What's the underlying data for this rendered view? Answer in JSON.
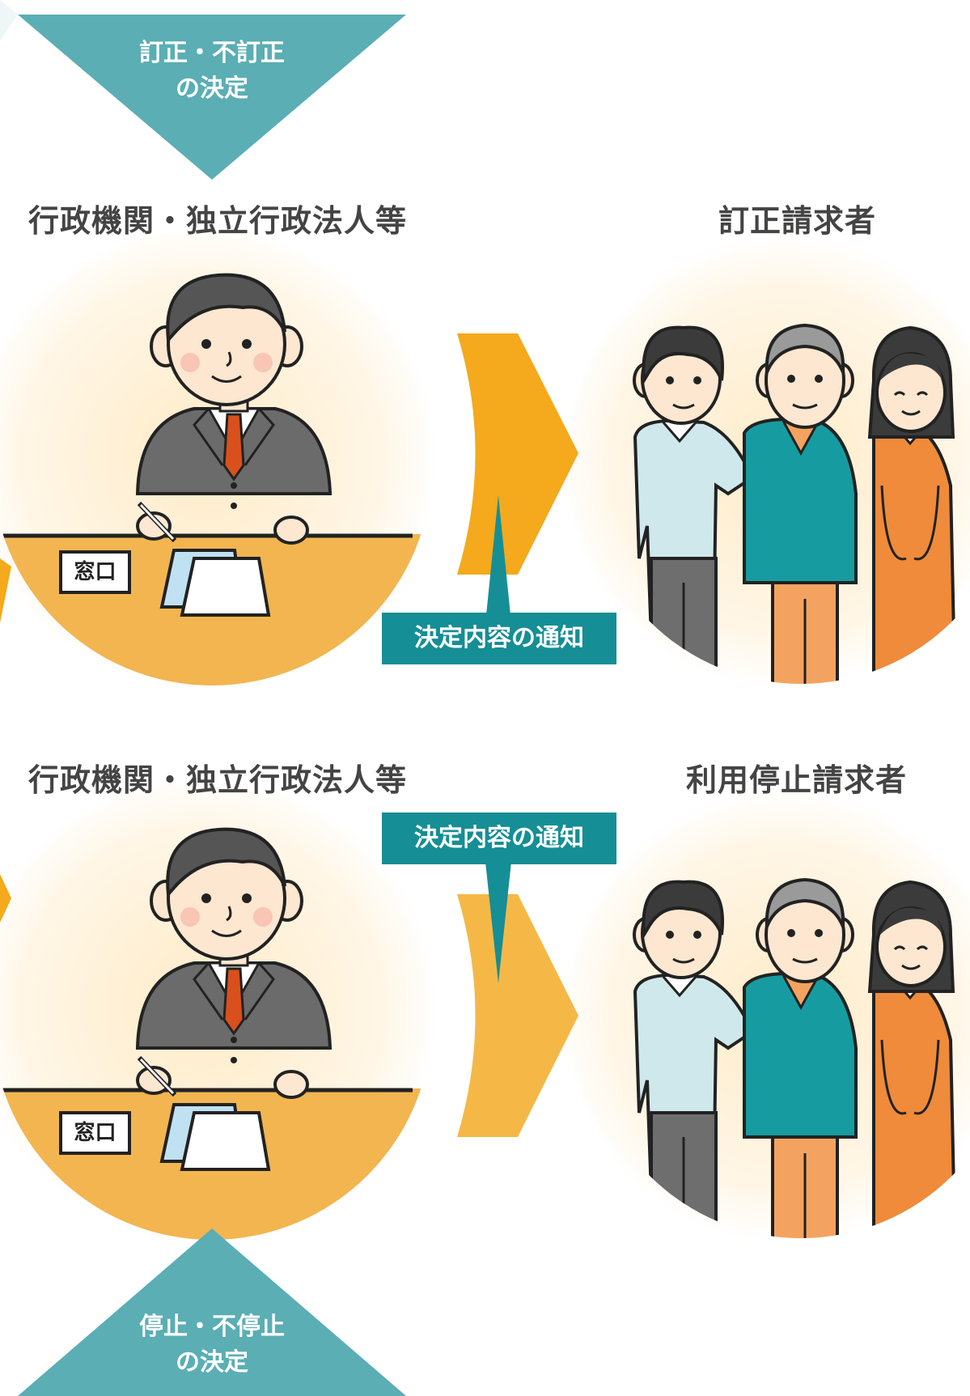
{
  "top_decision": {
    "line1": "訂正・不訂正",
    "line2": "の決定"
  },
  "bottom_decision": {
    "line1": "停止・不停止",
    "line2": "の決定"
  },
  "section1": {
    "agency_heading": "行政機関・独立行政法人等",
    "requester_heading": "訂正請求者",
    "notice_label": "決定内容の通知",
    "desk_sign": "窓口"
  },
  "section2": {
    "agency_heading": "行政機関・独立行政法人等",
    "requester_heading": "利用停止請求者",
    "notice_label": "決定内容の通知",
    "desk_sign": "窓口"
  },
  "colors": {
    "teal": "#168e95",
    "teal_light": "#5aaeb4",
    "orange_arrow": "#f5a91c",
    "desk": "#f2b550",
    "suit": "#6b6b6b",
    "tie": "#d9501c"
  }
}
